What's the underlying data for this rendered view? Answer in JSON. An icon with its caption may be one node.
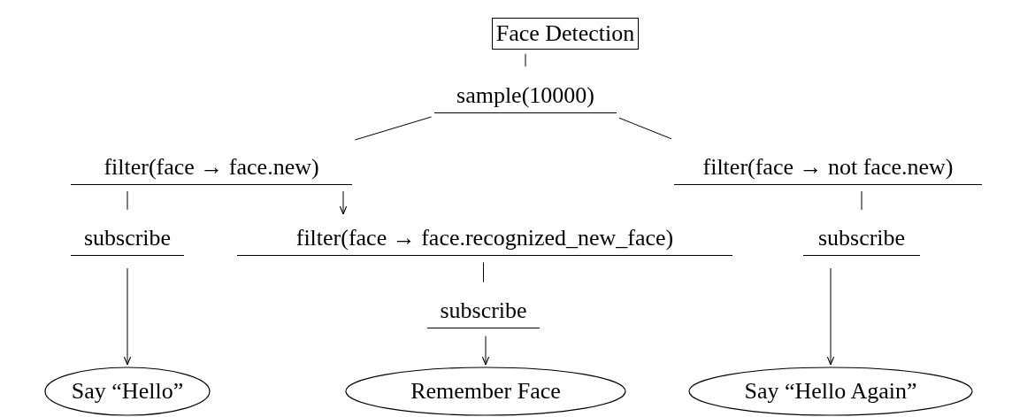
{
  "diagram": {
    "nodes": [
      {
        "text": [
          "Face Detection"
        ]
      },
      {
        "text": [
          "sample(10000)"
        ]
      },
      {
        "text": [
          "filter(face → face.new)"
        ]
      },
      {
        "text": [
          "filter(face → not face.new)"
        ]
      },
      {
        "text": [
          "subscribe"
        ]
      },
      {
        "text": [
          "filter(face → face.recognized_new_face)"
        ]
      },
      {
        "text": [
          "subscribe"
        ]
      },
      {
        "text": [
          "subscribe"
        ]
      },
      {
        "text": [
          "Say “Hello”"
        ]
      },
      {
        "text": [
          "Remember Face"
        ]
      },
      {
        "text": [
          "Say “Hello Again”"
        ]
      }
    ],
    "edges": [
      {
        "from": 0,
        "to": 1,
        "arrow": "none"
      },
      {
        "from": 1,
        "to": 2,
        "arrow": "none"
      },
      {
        "from": 1,
        "to": 3,
        "arrow": "none"
      },
      {
        "from": 2,
        "to": 4,
        "arrow": "none"
      },
      {
        "from": 2,
        "to": 5,
        "arrow": "to"
      },
      {
        "from": 3,
        "to": 7,
        "arrow": "none"
      },
      {
        "from": 5,
        "to": 6,
        "arrow": "none"
      },
      {
        "from": 4,
        "to": 8,
        "arrow": "to"
      },
      {
        "from": 6,
        "to": 9,
        "arrow": "to"
      },
      {
        "from": 7,
        "to": 10,
        "arrow": "to"
      }
    ]
  }
}
